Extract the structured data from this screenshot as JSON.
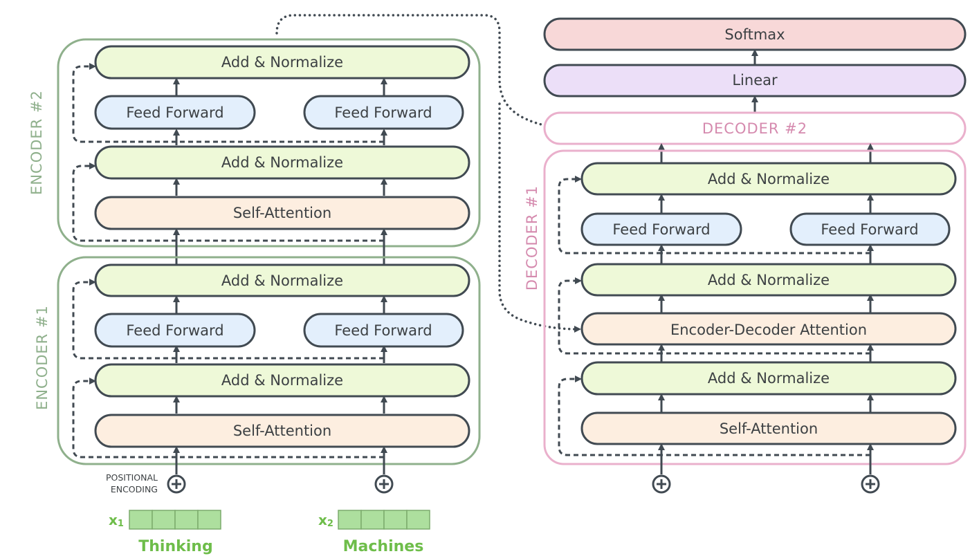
{
  "colors": {
    "encoder_border": "#8fb08c",
    "decoder_border": "#eab0cc",
    "decoder_label": "#d58aae",
    "add_norm_fill": "#eef9d8",
    "feed_forward_fill": "#e3effc",
    "attention_fill": "#fdeee0",
    "linear_fill": "#ecdff8",
    "softmax_fill": "#f8d8d8",
    "block_stroke": "#414a52",
    "arrow": "#414a52",
    "embedding_fill": "#addf9e",
    "word": "#6ebd4a"
  },
  "encoders": [
    {
      "label": "ENCODER #2",
      "blocks": {
        "add_norm_top": "Add & Normalize",
        "feed_forward_left": "Feed Forward",
        "feed_forward_right": "Feed Forward",
        "add_norm_mid": "Add & Normalize",
        "self_attention": "Self-Attention"
      }
    },
    {
      "label": "ENCODER #1",
      "blocks": {
        "add_norm_top": "Add & Normalize",
        "feed_forward_left": "Feed Forward",
        "feed_forward_right": "Feed Forward",
        "add_norm_mid": "Add & Normalize",
        "self_attention": "Self-Attention"
      }
    }
  ],
  "decoders": [
    {
      "label": "DECODER #2"
    },
    {
      "label": "DECODER #1",
      "blocks": {
        "add_norm_top": "Add & Normalize",
        "feed_forward_left": "Feed Forward",
        "feed_forward_right": "Feed Forward",
        "add_norm_mid2": "Add & Normalize",
        "enc_dec_attention": "Encoder-Decoder Attention",
        "add_norm_mid1": "Add & Normalize",
        "self_attention": "Self-Attention"
      }
    }
  ],
  "output": {
    "softmax": "Softmax",
    "linear": "Linear"
  },
  "positional_encoding": {
    "line1": "POSITIONAL",
    "line2": "ENCODING",
    "symbol": "+"
  },
  "inputs": [
    {
      "symbol": "x",
      "subscript": "1",
      "word": "Thinking"
    },
    {
      "symbol": "x",
      "subscript": "2",
      "word": "Machines"
    }
  ]
}
